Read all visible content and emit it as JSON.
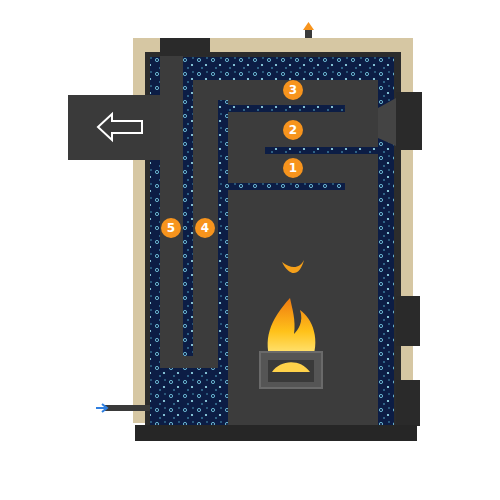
{
  "diagram": {
    "labels": [
      "3",
      "2",
      "1",
      "5",
      "4"
    ]
  }
}
